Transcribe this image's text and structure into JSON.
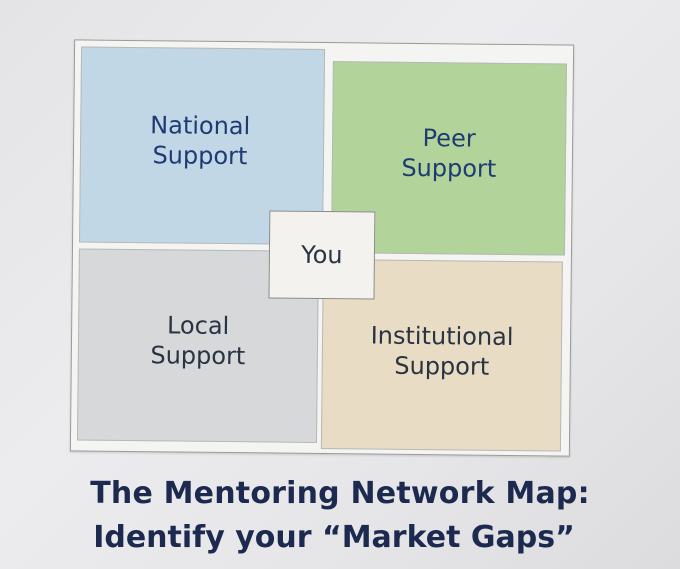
{
  "diagram": {
    "quadrants": {
      "top_left": "National Support",
      "top_right": "Peer Support",
      "bottom_left": "Local Support",
      "bottom_right": "Institutional Support"
    },
    "center": "You"
  },
  "caption": {
    "line1": "The Mentoring Network Map:",
    "line2": "Identify your “Market Gaps”"
  },
  "colors": {
    "national": "#c2d7e6",
    "peer": "#b2d49a",
    "local": "#d6d8da",
    "institutional": "#e8ddc4",
    "caption_text": "#1c2a50",
    "label_blue": "#1f3b74"
  }
}
